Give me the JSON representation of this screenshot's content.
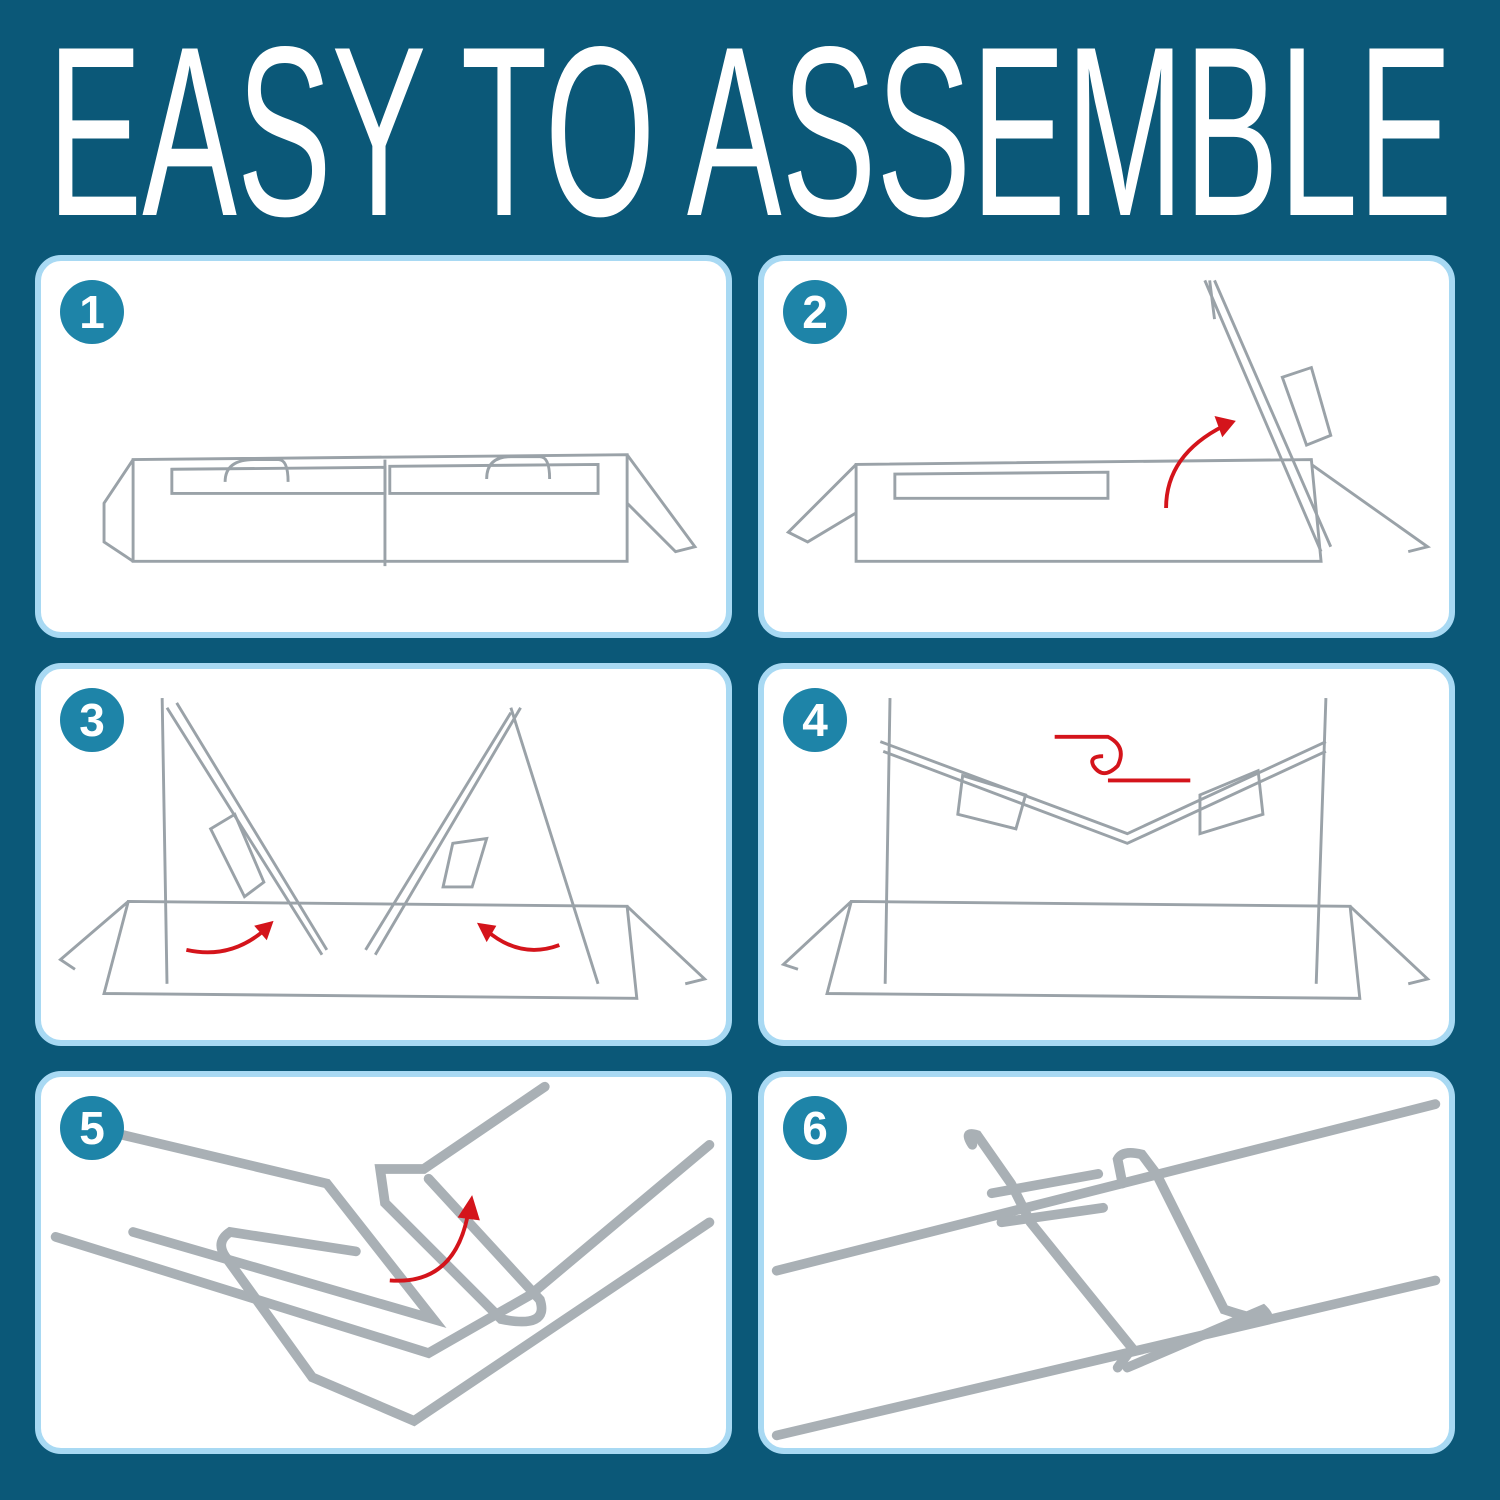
{
  "title": "EASY TO ASSEMBLE",
  "steps": [
    {
      "number": "1"
    },
    {
      "number": "2"
    },
    {
      "number": "3"
    },
    {
      "number": "4"
    },
    {
      "number": "5"
    },
    {
      "number": "6"
    }
  ],
  "colors": {
    "background": "#0b5878",
    "panel_border": "#a8d9f3",
    "badge": "#1e84a8",
    "arrow": "#d4141b"
  }
}
